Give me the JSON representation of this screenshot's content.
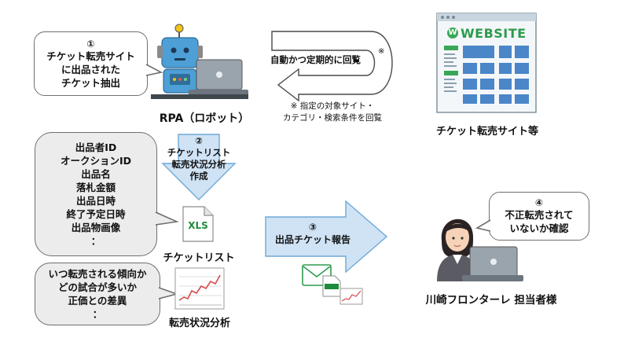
{
  "step1": {
    "number": "①",
    "lines": [
      "チケット転売サイト",
      "に出品された",
      "チケット抽出"
    ]
  },
  "rpa_label": "RPA（ロボット）",
  "cycle": {
    "text": "自動かつ定期的に回覧",
    "mark": "※"
  },
  "note": {
    "lines": [
      "※ 指定の対象サイト・",
      "カテゴリ・検索条件を回覧"
    ]
  },
  "website": {
    "logo_letter": "W",
    "logo_text": "WEBSITE",
    "label": "チケット転売サイト等"
  },
  "items_list": {
    "lines": [
      "出品者ID",
      "オークションID",
      "出品名",
      "落札金額",
      "出品日時",
      "終了予定日時",
      "出品物画像",
      "："
    ]
  },
  "step2": {
    "number": "②",
    "lines": [
      "チケットリスト",
      "転売状況分析",
      "作成"
    ]
  },
  "xls_icon_text": "XLS",
  "ticket_list_label": "チケットリスト",
  "analysis_list": {
    "lines": [
      "いつ転売される傾向か",
      "どの試合が多いか",
      "正価との差異",
      "："
    ]
  },
  "analysis_label": "転売状況分析",
  "step3": {
    "number": "③",
    "text": "出品チケット報告"
  },
  "step4": {
    "number": "④",
    "lines": [
      "不正転売されて",
      "いないか確認"
    ]
  },
  "staff_label": "川崎フロンターレ 担当者様",
  "colors": {
    "arrow_fill": "#cfe3f5",
    "arrow_stroke": "#6ea8d6",
    "bubble_grey": "#ececec",
    "xls_green": "#1e8a3c",
    "robot_blue": "#4d9fd6"
  }
}
